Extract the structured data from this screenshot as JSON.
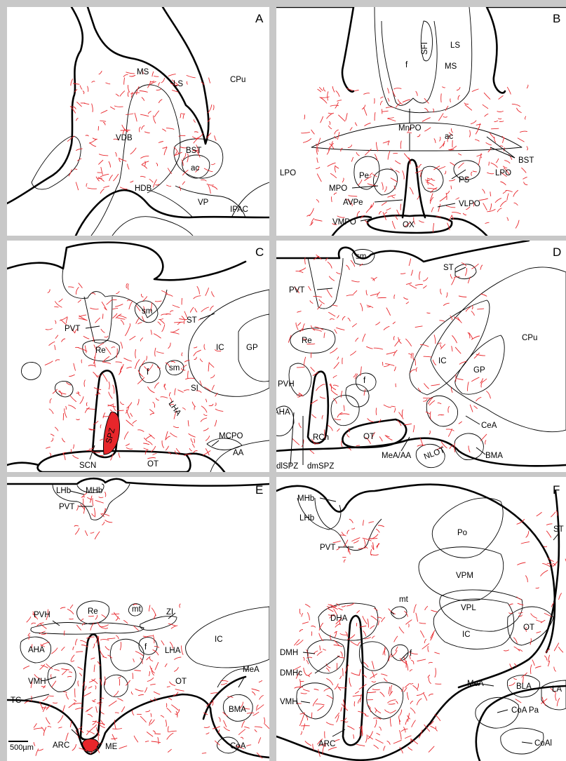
{
  "panels": [
    {
      "letter": "A",
      "labels": [
        "MS",
        "LS",
        "CPu",
        "VDB",
        "BST",
        "ac",
        "HDB",
        "VP",
        "IPAC"
      ]
    },
    {
      "letter": "B",
      "labels": [
        "SFI",
        "LS",
        "f",
        "MS",
        "MnPO",
        "ac",
        "BST",
        "LPO",
        "PS",
        "LPO",
        "Pe",
        "MPO",
        "AVPe",
        "VLPO",
        "VMPO",
        "OX"
      ]
    },
    {
      "letter": "C",
      "labels": [
        "sm",
        "PVT",
        "ST",
        "IC",
        "GP",
        "Re",
        "sm",
        "f",
        "SI",
        "LHA",
        "SPZ",
        "MCPO",
        "AA",
        "OT",
        "SCN"
      ]
    },
    {
      "letter": "D",
      "labels": [
        "sm",
        "PVT",
        "ST",
        "CPu",
        "Re",
        "IC",
        "GP",
        "PVH",
        "f",
        "AHA",
        "CeA",
        "RCh",
        "OT",
        "BMA",
        "NLOT",
        "MeA/AA",
        "dlSPZ",
        "dmSPZ"
      ]
    },
    {
      "letter": "E",
      "labels": [
        "LHb",
        "MHb",
        "PVT",
        "Re",
        "mt",
        "ZI",
        "PVH",
        "IC",
        "AHA",
        "f",
        "LHA",
        "MeA",
        "VMH",
        "OT",
        "BMA",
        "TC",
        "ARC",
        "ME",
        "CoA"
      ]
    },
    {
      "letter": "F",
      "labels": [
        "MHb",
        "LHb",
        "PVT",
        "Po",
        "VPM",
        "ST",
        "mt",
        "VPL",
        "DHA",
        "OT",
        "IC",
        "DMH",
        "f",
        "MeA",
        "BLA",
        "LA",
        "DMHc",
        "VMH",
        "CoA Pa",
        "CoAl",
        "ARC"
      ]
    }
  ],
  "scale_bar": "500µm",
  "colors": {
    "fiber": "#e8262b",
    "spz_fill": "#e8262b",
    "outline": "#000000",
    "border": "#c8c8c8"
  }
}
